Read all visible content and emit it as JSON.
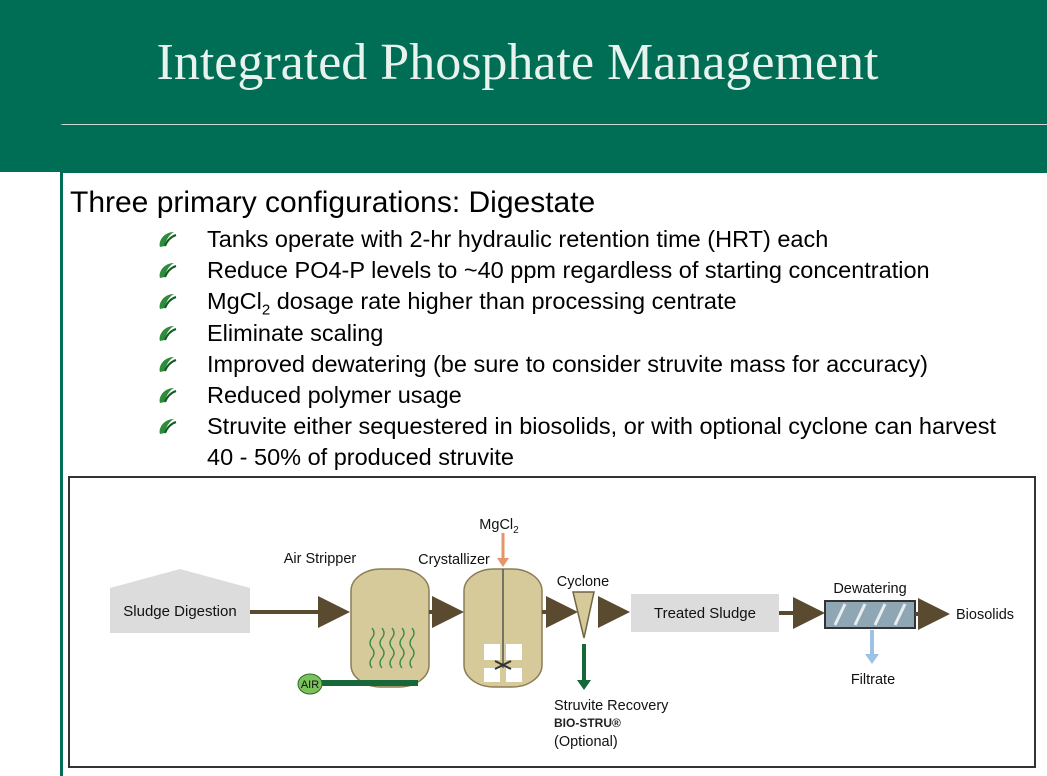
{
  "slide": {
    "title": "Integrated Phosphate Management",
    "heading": "Three primary configurations: Digestate",
    "bullet_icon": "green-check-swoosh-icon",
    "bullets": [
      {
        "text": "Tanks operate with 2-hr hydraulic retention time (HRT) each"
      },
      {
        "text": "Reduce PO4-P levels to ~40 ppm regardless of starting concentration"
      },
      {
        "pre": "MgCl",
        "sub": "2",
        "post": " dosage rate higher than processing centrate"
      },
      {
        "text": "Eliminate scaling"
      },
      {
        "text": "Improved dewatering (be sure to consider struvite mass for accuracy)"
      },
      {
        "text": "Reduced polymer usage"
      },
      {
        "text": "Struvite either sequestered in biosolids, or with optional cyclone can harvest 40 - 50% of produced struvite"
      }
    ],
    "colors": {
      "brand_green": "#006e54",
      "arrow_brown": "#5a4a2f",
      "tank_fill": "#d6c99a",
      "mgcl_arrow": "#e8946a",
      "filtrate_arrow": "#9cc3e6",
      "air_green": "#2f8f57"
    }
  },
  "diagram": {
    "sludge_digestion": "Sludge Digestion",
    "air_stripper": "Air Stripper",
    "crystallizer": "Crystallizer",
    "mgcl_pre": "MgCl",
    "mgcl_sub": "2",
    "cyclone": "Cyclone",
    "treated_sludge": "Treated Sludge",
    "dewatering": "Dewatering",
    "biosolids": "Biosolids",
    "filtrate": "Filtrate",
    "air": "AIR",
    "struvite_recovery": "Struvite Recovery",
    "bio_stru": "BIO-STRU®",
    "optional": "(Optional)"
  }
}
